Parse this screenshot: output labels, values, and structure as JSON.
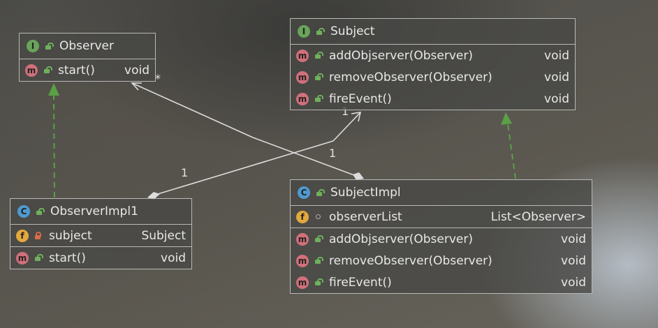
{
  "classes": {
    "observer": {
      "kind": "I",
      "name": "Observer",
      "methods": [
        {
          "badge": "m",
          "name": "start()",
          "type": "void"
        }
      ]
    },
    "subject": {
      "kind": "I",
      "name": "Subject",
      "methods": [
        {
          "badge": "m",
          "name": "addObjserver(Observer)",
          "type": "void"
        },
        {
          "badge": "m",
          "name": "removeObserver(Observer)",
          "type": "void"
        },
        {
          "badge": "m",
          "name": "fireEvent()",
          "type": "void"
        }
      ]
    },
    "observer_impl": {
      "kind": "C",
      "name": "ObserverImpl1",
      "fields": [
        {
          "badge": "f",
          "name": "subject",
          "type": "Subject"
        }
      ],
      "methods": [
        {
          "badge": "m",
          "name": "start()",
          "type": "void"
        }
      ]
    },
    "subject_impl": {
      "kind": "C",
      "name": "SubjectImpl",
      "fields": [
        {
          "badge": "f",
          "name": "observerList",
          "type": "List<Observer>"
        }
      ],
      "methods": [
        {
          "badge": "m",
          "name": "addObjserver(Observer)",
          "type": "void"
        },
        {
          "badge": "m",
          "name": "removeObserver(Observer)",
          "type": "void"
        },
        {
          "badge": "m",
          "name": "fireEvent()",
          "type": "void"
        }
      ]
    }
  },
  "multiplicities": {
    "observer_end": "*",
    "subject_end": "1",
    "subject_impl_end": "1",
    "observer_impl_end": "1"
  },
  "colors": {
    "realization": "#5aa046",
    "association": "#dcdcdc",
    "interface_badge": "#6aa35a",
    "class_badge": "#4f9ad0",
    "method_badge": "#d0707a",
    "field_badge": "#e3a83f"
  }
}
